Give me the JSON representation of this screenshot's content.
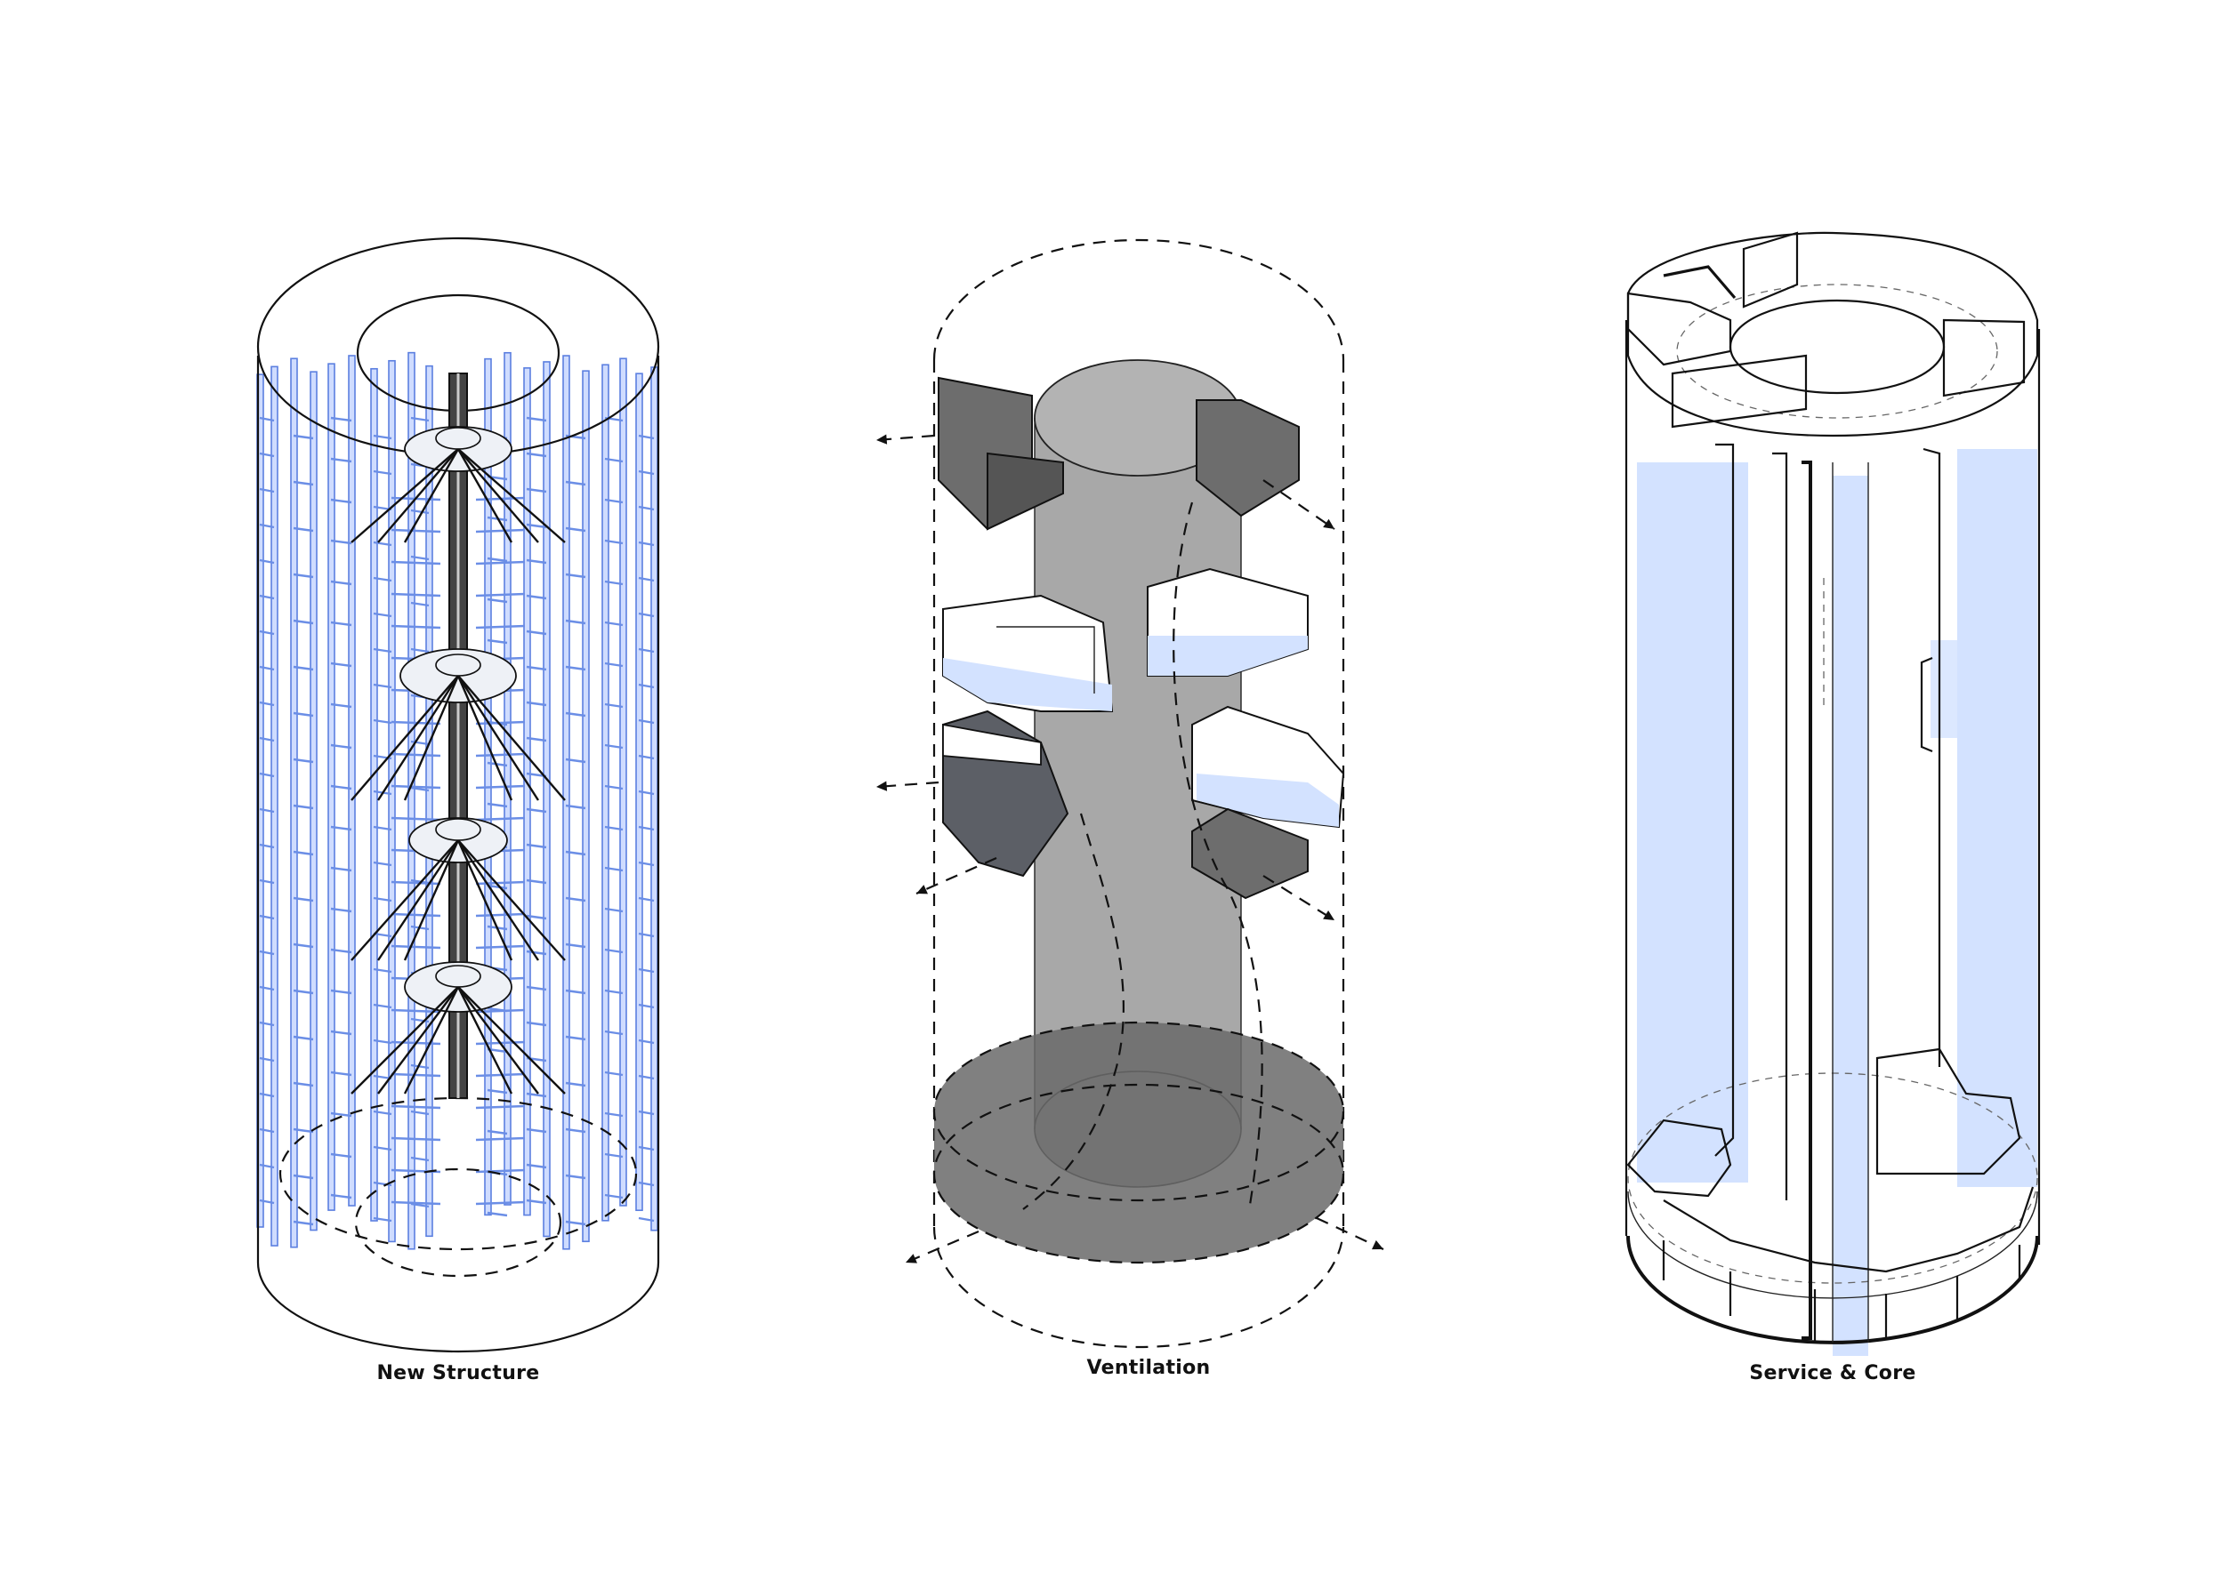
{
  "diagrams": [
    {
      "id": "structure",
      "caption": "New Structure"
    },
    {
      "id": "ventilation",
      "caption": "Ventilation"
    },
    {
      "id": "core",
      "caption": "Service & Core"
    }
  ],
  "colors": {
    "line": "#111111",
    "accent_blue": "#cfdcff",
    "blue_stroke": "#5b7fe0",
    "gray_core": "#a8a8a8",
    "dark_gray": "#6f6f6f"
  }
}
